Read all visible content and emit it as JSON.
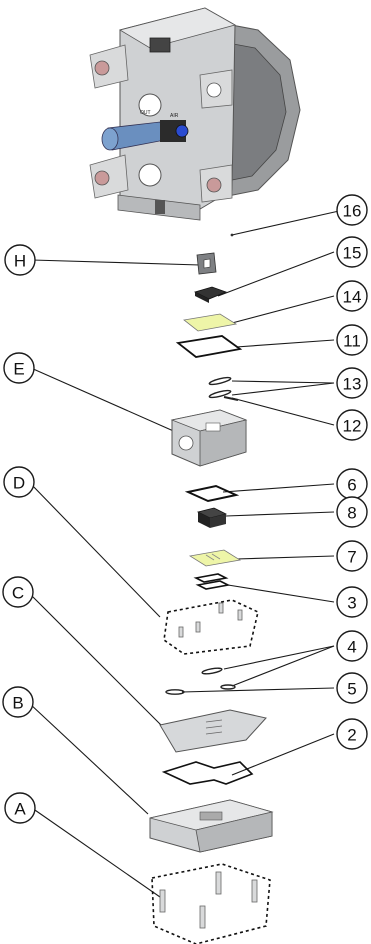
{
  "callouts": {
    "c16": "16",
    "c15": "15",
    "c14": "14",
    "c11": "11",
    "c13": "13",
    "c12": "12",
    "c6": "6",
    "c8": "8",
    "c7": "7",
    "c3": "3",
    "c4": "4",
    "c5": "5",
    "c2": "2",
    "cH": "H",
    "cE": "E",
    "cD": "D",
    "cC": "C",
    "cB": "B",
    "cA": "A"
  },
  "pump_labels": {
    "out": "OUT",
    "air": "AIR"
  },
  "colors": {
    "line": "#1a1a1a",
    "metal": "#d9dadb",
    "gasket_yellow": "#eef5a8",
    "blue": "#4a6fa0",
    "dark": "#333333"
  }
}
